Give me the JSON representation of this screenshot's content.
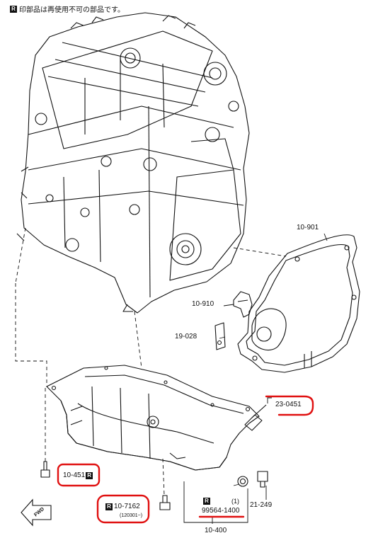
{
  "header": {
    "mark": "R",
    "note": "印部品は再使用不可の部品です。"
  },
  "fwd_label": "FWD",
  "parts": {
    "p10_901": "10-901",
    "p10_910": "10-910",
    "p19_028": "19-028",
    "p23_0451": "23-0451",
    "p10_451": "10-451",
    "p10_7162": "10-7162",
    "p10_7162_note": "(120301~)",
    "p99564": "99564-1400",
    "p99564_qty": "(1)",
    "p21_249": "21-249",
    "p10_400": "10-400"
  },
  "colors": {
    "highlight": "#e01010",
    "line": "#111111"
  }
}
